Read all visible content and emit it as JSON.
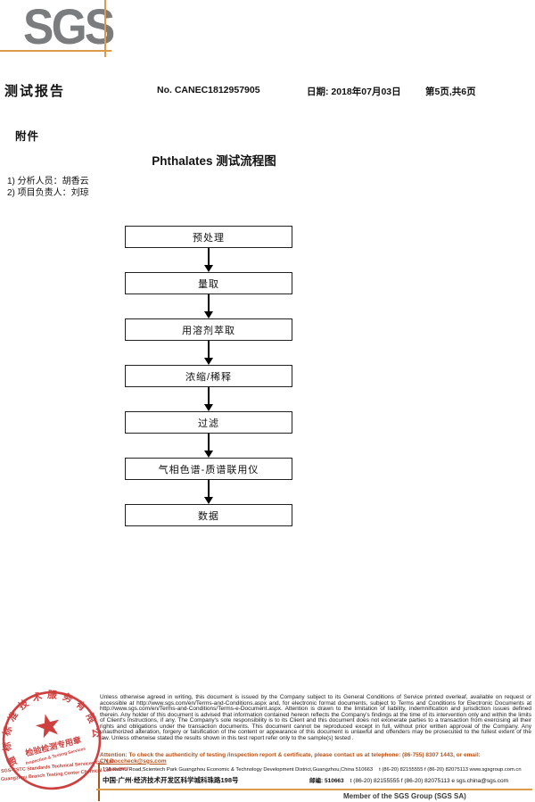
{
  "header": {
    "logo": "SGS",
    "report_title": "测试报告",
    "report_no": "No. CANEC1812957905",
    "date": "日期: 2018年07月03日",
    "page_info": "第5页,共6页"
  },
  "attachment": {
    "label": "附件",
    "flow_title": "Phthalates 测试流程图",
    "personnel": {
      "analyst": "1) 分析人员：胡香云",
      "leader": "2) 项目负责人：刘琼"
    }
  },
  "flowchart": {
    "steps": [
      "预处理",
      "量取",
      "用溶剂萃取",
      "浓缩/稀释",
      "过滤",
      "气相色谱-质谱联用仪",
      "数据"
    ]
  },
  "footer": {
    "legal_text": "Unless otherwise agreed in writing, this document is issued by the Company subject to its General Conditions of Service printed overleaf, available on request or accessible at http://www.sgs.com/en/Terms-and-Conditions.aspx and, for electronic format documents, subject to Terms and Conditions for Electronic Documents at http://www.sgs.com/en/Terms-and-Conditions/Terms-e-Document.aspx. Attention is drawn to the limitation of liability, indemnification and jurisdiction issues defined therein. Any holder of this document is advised that information contained hereon reflects the Company's findings at the time of its intervention only and within the limits of Client's instructions, if any. The Company's sole responsibility is to its Client and this document does not exonerate parties to a transaction from exercising all their rights and obligations under the transaction documents. This document cannot be reproduced except in full, without prior written approval of the Company. Any unauthorized alteration, forgery or falsification of the content or appearance of this document is unlawful and offenders may be prosecuted to the fullest extent of the law. Unless otherwise stated the results shown in this test report refer only to the sample(s) tested .",
    "attention_text": "Attention: To check the authenticity of testing /inspection report & certificate, please contact us at telephone: (86-755) 8307 1443, or email: ",
    "attention_email": "CN.Doccheck@sgs.com",
    "address_en": "198 Kezhu Road,Scientech Park Guangzhou Economic & Technology Development District,Guangzhou,China 510663",
    "address_en_contacts": "t (86-20) 82155555    f (86-20) 82075113    www.sgsgroup.com.cn",
    "address_cn": "中国·广州·经济技术开发区科学城科珠路198号",
    "address_cn_postcode": "邮编: 510663",
    "address_cn_contacts": "t (86-20) 82155555   f (86-20) 82075113   e sgs.china@sgs.com",
    "member_text": "Member of the SGS Group (SGS SA)"
  },
  "stamp": {
    "ring_text": "通标标准技术服务有限公司广州分公司",
    "inner_line1": "检验检测专用章",
    "inner_line2": "Inspection & Testing Services",
    "company_line1": "SGS-CSTC Standards Technical Services Co., Ltd.",
    "company_line2": "Guangzhou Branch Testing Center Chemical Laboratory"
  },
  "colors": {
    "accent_orange": "#dc9a4b",
    "attention_orange": "#b5541c",
    "stamp_red": "#c9302f",
    "logo_gray": "#7b7c7e"
  }
}
